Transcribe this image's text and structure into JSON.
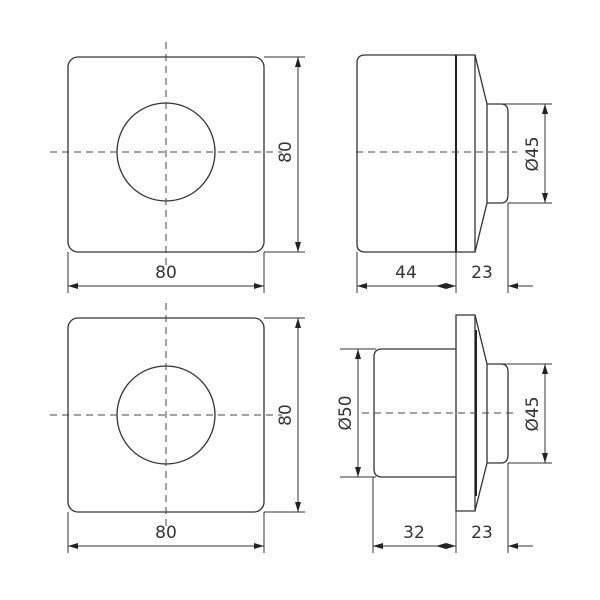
{
  "dimensions": {
    "top_front_width": "80",
    "top_front_height": "80",
    "top_side_body": "44",
    "top_side_flange": "23",
    "top_side_dia": "Ø45",
    "bottom_front_width": "80",
    "bottom_front_height": "80",
    "bottom_side_body_dia": "Ø50",
    "bottom_side_body": "32",
    "bottom_side_flange": "23",
    "bottom_side_dia": "Ø45"
  }
}
